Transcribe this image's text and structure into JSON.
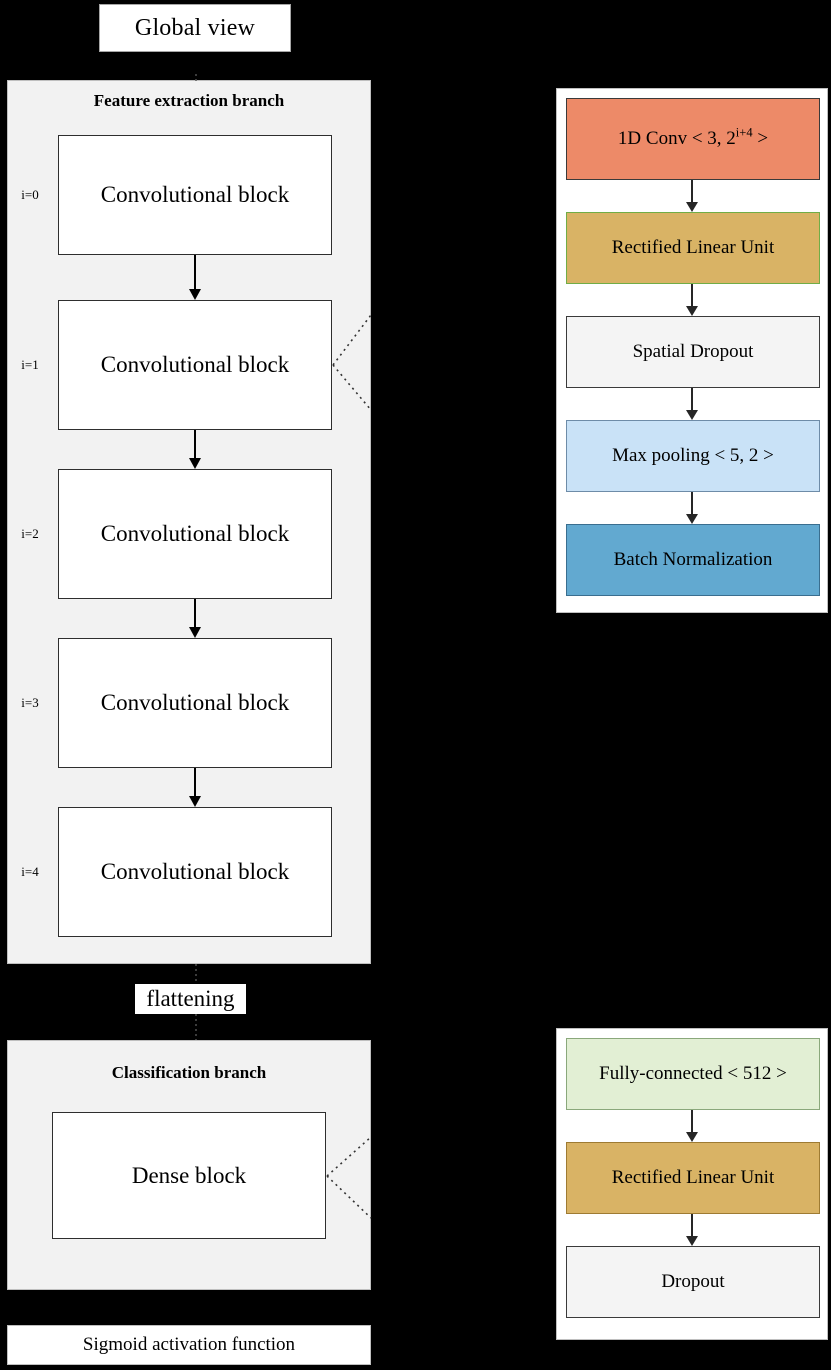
{
  "diagram": {
    "top_label": "Global view",
    "flattening_label": "flattening",
    "sigmoid_label": "Sigmoid activation function"
  },
  "feature_branch": {
    "title": "Feature extraction branch",
    "blocks": [
      {
        "index_label": "i=0",
        "label": "Convolutional block"
      },
      {
        "index_label": "i=1",
        "label": "Convolutional block"
      },
      {
        "index_label": "i=2",
        "label": "Convolutional block"
      },
      {
        "index_label": "i=3",
        "label": "Convolutional block"
      },
      {
        "index_label": "i=4",
        "label": "Convolutional block"
      }
    ]
  },
  "classification_branch": {
    "title": "Classification branch",
    "blocks": [
      {
        "label": "Dense block"
      }
    ]
  },
  "conv_block_detail": {
    "layers": [
      {
        "name": "conv1d",
        "text_pre": "1D Conv < 3, 2",
        "text_sup": "i+4",
        "text_post": " >",
        "fill": "#ED8A68",
        "border": "#3A3A3A"
      },
      {
        "name": "relu",
        "label": "Rectified Linear Unit",
        "fill": "#D9B365",
        "border": "#70AD47"
      },
      {
        "name": "spatial-dropout",
        "label": "Spatial Dropout",
        "fill": "#F4F4F4",
        "border": "#3A3A3A"
      },
      {
        "name": "max-pooling",
        "label": "Max pooling < 5, 2 >",
        "fill": "#C9E2F7",
        "border": "#6E8CA8"
      },
      {
        "name": "batch-norm",
        "label": "Batch Normalization",
        "fill": "#62A9D0",
        "border": "#3A6E8F"
      }
    ]
  },
  "dense_block_detail": {
    "layers": [
      {
        "name": "fully-connected",
        "label": "Fully-connected < 512 >",
        "fill": "#E2EFD4",
        "border": "#8AA87B"
      },
      {
        "name": "relu",
        "label": "Rectified Linear Unit",
        "fill": "#D9B365",
        "border": "#9E7B33"
      },
      {
        "name": "dropout",
        "label": "Dropout",
        "fill": "#F4F4F4",
        "border": "#3A3A3A"
      }
    ]
  },
  "colors": {
    "background": "#000000",
    "panel": "#F2F2F2",
    "block": "#FFFFFF",
    "accent_conv": "#ED8A68",
    "accent_relu": "#D9B365",
    "accent_pool": "#C9E2F7",
    "accent_bn": "#62A9D0",
    "accent_fc": "#E2EFD4"
  }
}
